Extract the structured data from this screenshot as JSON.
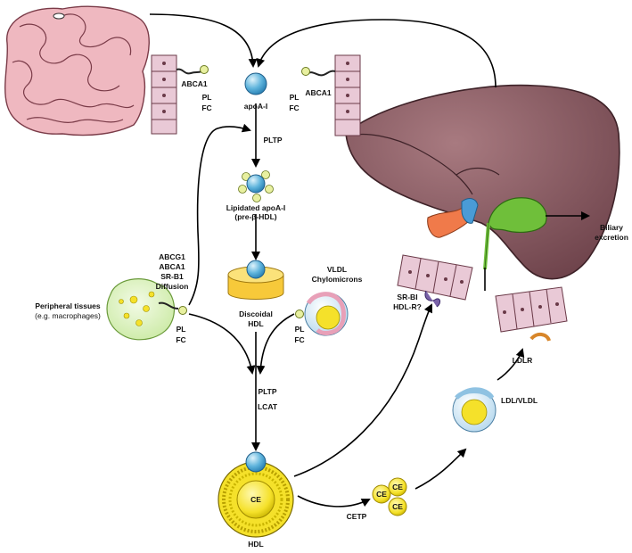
{
  "colors": {
    "intestine": "#efb8c0",
    "liver": "#8a5a62",
    "gallbladder": "#6fbf3a",
    "apoA": "#5fb4dc",
    "lipid_core": "#f5e12a",
    "cell_membrane": "#e9c9d6",
    "phospholipid": "#e8f0a0",
    "macrophage": "#d6efb4"
  },
  "labels": {
    "apoA": "apoA-I",
    "abca1_left": "ABCA1",
    "abca1_right": "ABCA1",
    "pl_left": "PL",
    "fc_left": "FC",
    "pl_right": "PL",
    "fc_right": "FC",
    "pltp_top": "PLTP",
    "lipidated_line1": "Lipidated apoA-I",
    "lipidated_line2": "(pre-β-HDL)",
    "discoidal_line1": "Discoidal",
    "discoidal_line2": "HDL",
    "transporters": [
      "ABCG1",
      "ABCA1",
      "SR-B1",
      "Diffusion"
    ],
    "peripheral_line1": "Peripheral tissues",
    "peripheral_line2": "(e.g. macrophages)",
    "pl_periph": "PL",
    "fc_periph": "FC",
    "vldl_line1": "VLDL",
    "vldl_line2": "Chylomicrons",
    "pl_vldl": "PL",
    "fc_vldl": "FC",
    "pltp_mid": "PLTP",
    "lcat": "LCAT",
    "hdl_core": "CE",
    "hdl": "HDL",
    "cetp": "CETP",
    "ce_1": "CE",
    "ce_2": "CE",
    "ce_3": "CE",
    "ldl_vldl": "LDL/VLDL",
    "ldlr": "LDLR",
    "srbi_line1": "SR-BI",
    "srbi_line2": "HDL-R?",
    "biliary_line1": "Biliary",
    "biliary_line2": "excretion"
  }
}
